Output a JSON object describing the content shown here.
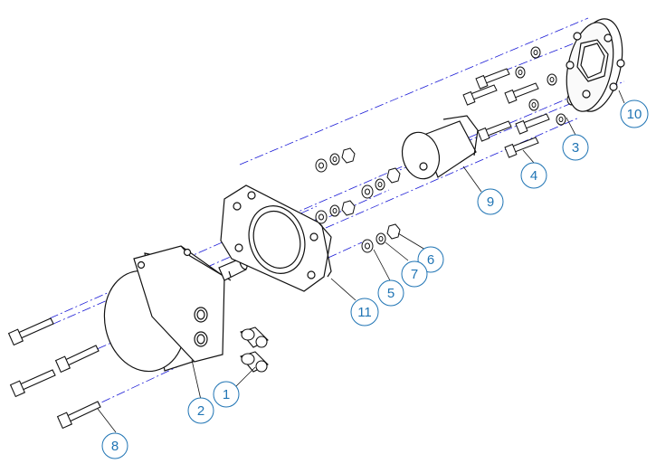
{
  "colors": {
    "ink": "#111111",
    "balloon": "#1f74b4",
    "centerline": "#1a1ad6"
  },
  "balloons": [
    {
      "id": "b1",
      "label": "1"
    },
    {
      "id": "b2",
      "label": "2"
    },
    {
      "id": "b3",
      "label": "3"
    },
    {
      "id": "b4",
      "label": "4"
    },
    {
      "id": "b5",
      "label": "5"
    },
    {
      "id": "b6",
      "label": "6"
    },
    {
      "id": "b7",
      "label": "7"
    },
    {
      "id": "b8",
      "label": "8"
    },
    {
      "id": "b9",
      "label": "9"
    },
    {
      "id": "b10",
      "label": "10"
    },
    {
      "id": "b11",
      "label": "11"
    }
  ]
}
